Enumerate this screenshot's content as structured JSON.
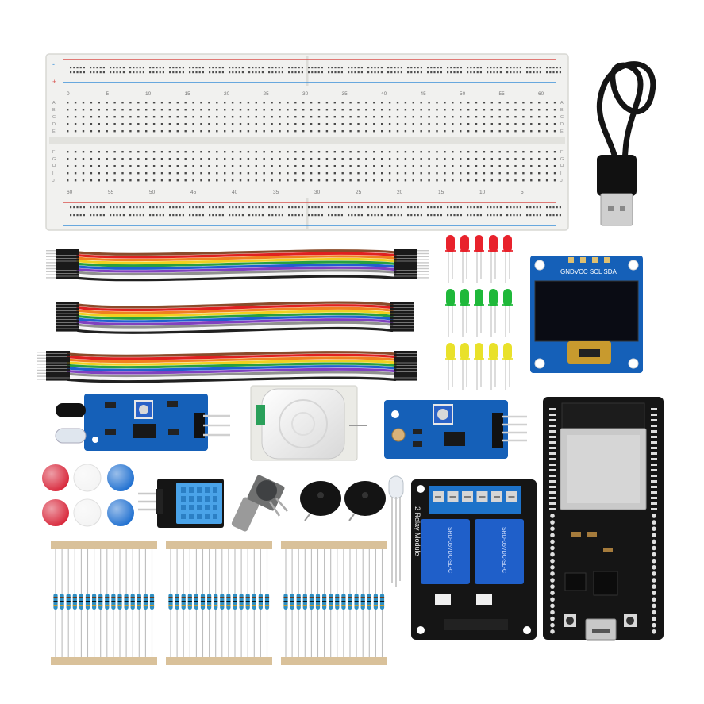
{
  "breadboard": {
    "top_numbers": [
      "0",
      "5",
      "10",
      "15",
      "20",
      "25",
      "30",
      "35",
      "40",
      "45",
      "50",
      "55",
      "60"
    ],
    "bottom_numbers": [
      "60",
      "55",
      "50",
      "45",
      "40",
      "35",
      "30",
      "25",
      "20",
      "15",
      "10",
      "5"
    ],
    "row_letters_left": [
      "A",
      "B",
      "C",
      "D",
      "E",
      "F",
      "G",
      "H",
      "I",
      "J"
    ],
    "row_letters_right": [
      "A",
      "B",
      "C",
      "D",
      "E",
      "F",
      "G",
      "H",
      "I",
      "J"
    ],
    "rail_minus": "-",
    "rail_plus": "+"
  },
  "oled": {
    "pin_label": "GNDVCC SCL SDA"
  },
  "relay": {
    "module_label": "2 Relay Module",
    "relay_text_1": "SRD-05VDC-SL-C",
    "relay_text_2": "SRD-05VDC-SL-C"
  },
  "colors": {
    "breadboard": "#f1f1ef",
    "rail_red": "#d9534f",
    "rail_blue": "#3a8fd9",
    "pcb_blue": "#1560b8",
    "pcb_black": "#151515",
    "led_red": "#e8222c",
    "led_green": "#1fb83a",
    "led_yellow": "#e9e12a",
    "button_red": "#d8263a",
    "button_blue": "#1e6fd0",
    "resistor_blue": "#2f8fc2",
    "relay_blue": "#1f5fc9",
    "screw_terminal": "#1d72c9"
  },
  "wire_colors": [
    "#8a4b2a",
    "#e02020",
    "#f08020",
    "#f0d020",
    "#28a040",
    "#2060d0",
    "#8040c0",
    "#909090",
    "#f5f5f5",
    "#202020"
  ]
}
